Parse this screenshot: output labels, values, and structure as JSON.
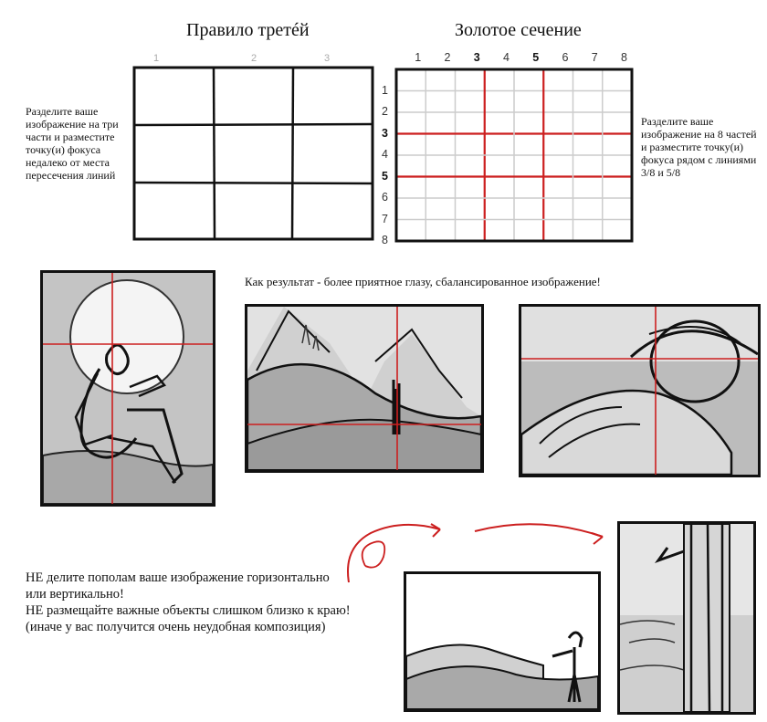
{
  "rule_of_thirds": {
    "title": "Правило третéй",
    "column_numbers": [
      "1",
      "2",
      "3"
    ],
    "description": [
      "Разделите ваше",
      "изображение на три",
      "части и разместите",
      "точку(и) фокуса",
      "недалеко от места",
      "пересечения линий"
    ]
  },
  "golden_ratio": {
    "title": "Золотое сечение",
    "column_numbers": [
      "1",
      "2",
      "3",
      "4",
      "5",
      "6",
      "7",
      "8"
    ],
    "row_numbers": [
      "1",
      "2",
      "3",
      "4",
      "5",
      "6",
      "7",
      "8"
    ],
    "highlighted_lines": [
      "3",
      "5"
    ],
    "description": [
      "Разделите ваше",
      "изображение на 8 частей",
      "и разместите точку(и)",
      "фокуса рядом с линиями",
      "3/8 и 5/8"
    ]
  },
  "result_caption": "Как результат - более приятное глазу, сбалансированное изображение!",
  "warning": {
    "lines": [
      "НЕ делите пополам ваше изображение горизонтально",
      "или вертикально!",
      "НЕ размещайте важные объекты слишком близко к краю!",
      "(иначе у вас получится очень неудобная композиция)"
    ]
  },
  "colors": {
    "guide_red": "#cc1f1f",
    "ink": "#111111",
    "sketch_gray": "#b5b5b5",
    "grid_gray": "#cccccc"
  }
}
